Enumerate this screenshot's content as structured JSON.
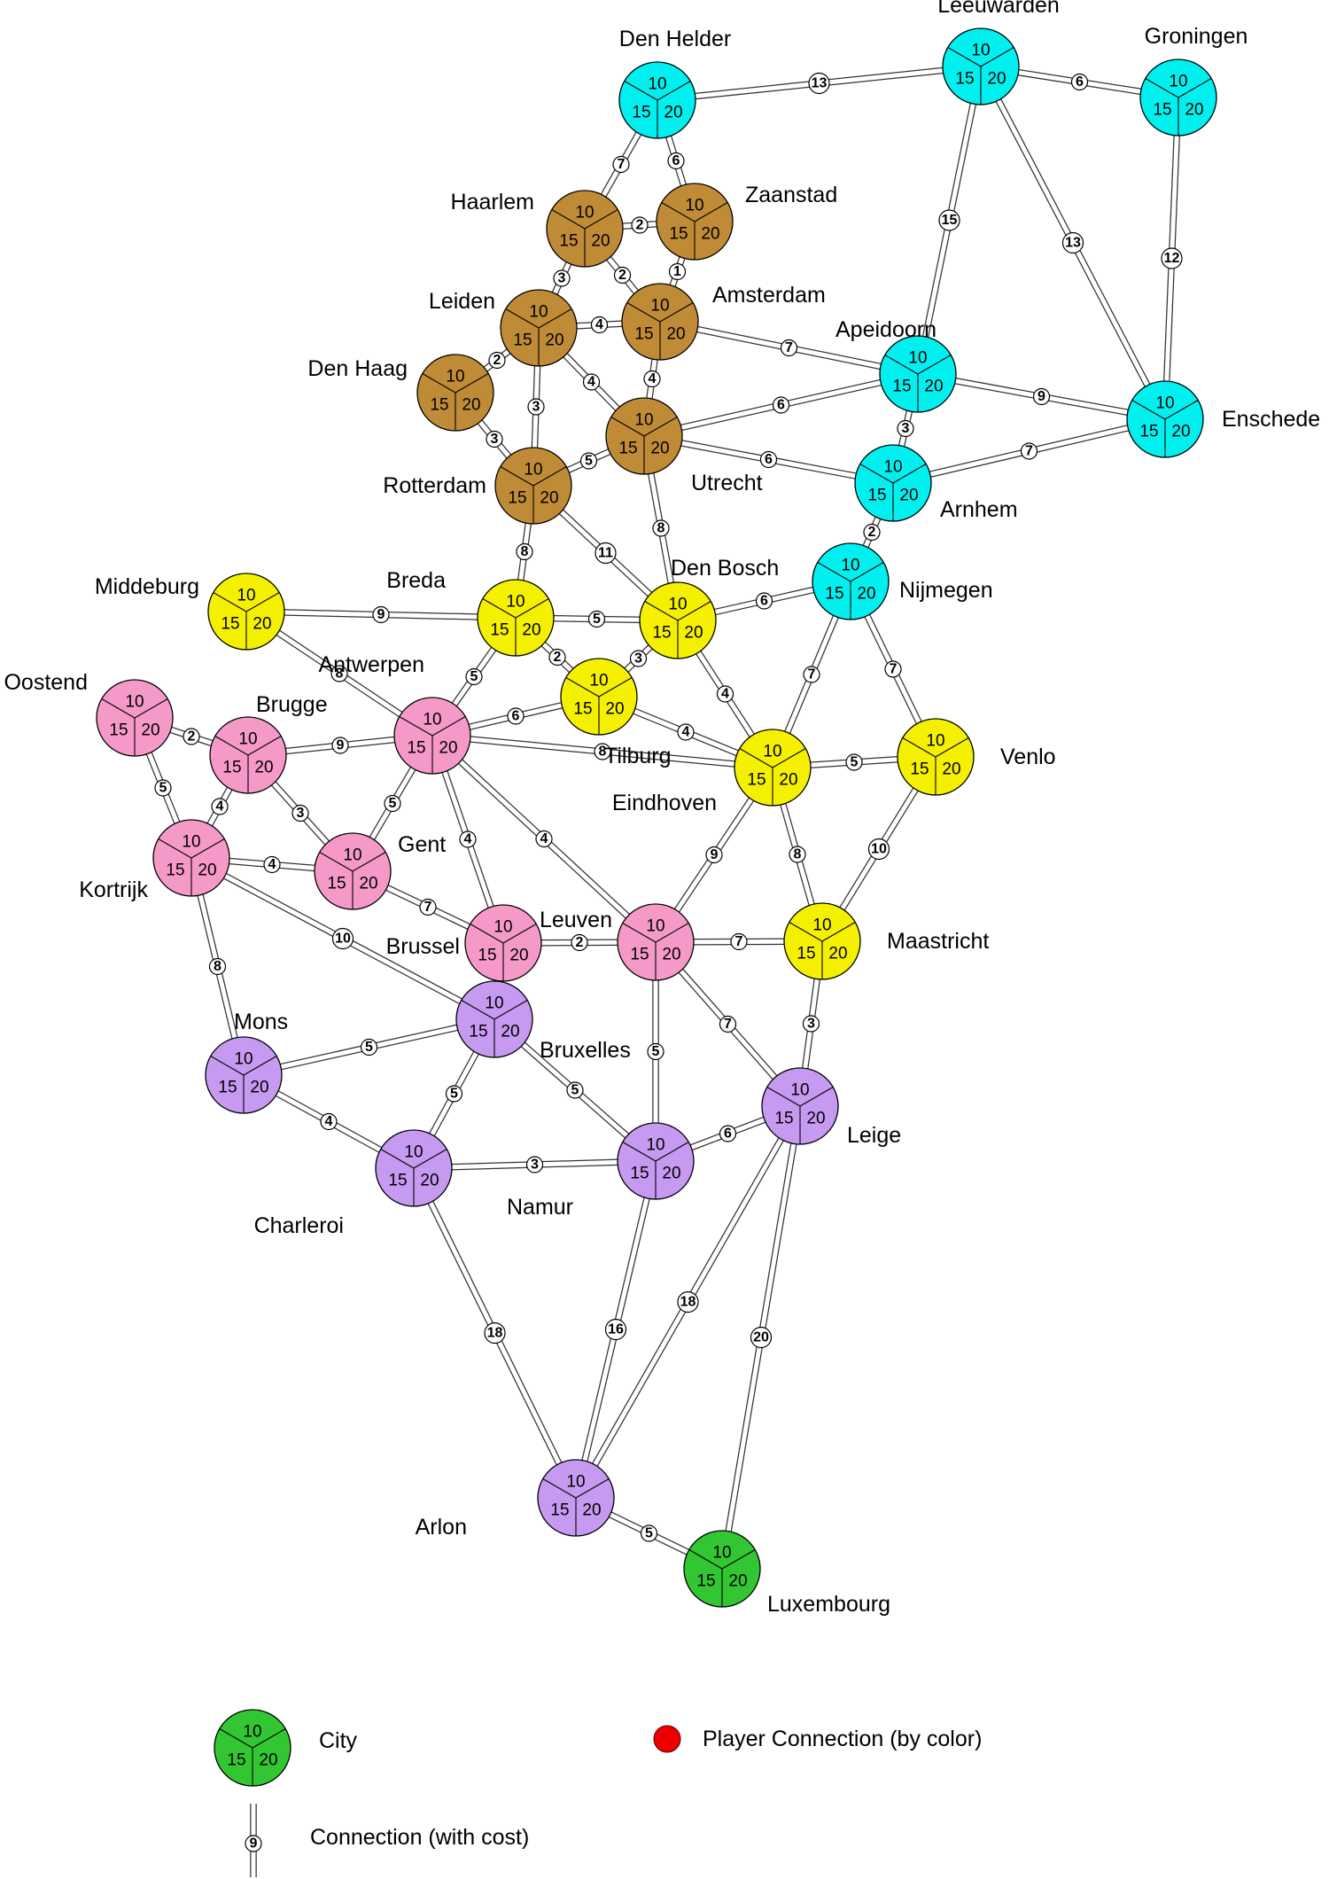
{
  "map": {
    "region_colors": {
      "north": "#00f0f0",
      "randstad": "#c08b36",
      "south_nl": "#f5f000",
      "flanders": "#f59ac8",
      "wallonia": "#c59af0",
      "luxembourg": "#33c633"
    },
    "slot_values": [
      "10",
      "15",
      "20"
    ],
    "cities": [
      {
        "id": "den-helder",
        "name": "Den Helder",
        "region": "north"
      },
      {
        "id": "leeuwarden",
        "name": "Leeuwarden",
        "region": "north"
      },
      {
        "id": "groningen",
        "name": "Groningen",
        "region": "north"
      },
      {
        "id": "haarlem",
        "name": "Haarlem",
        "region": "randstad"
      },
      {
        "id": "zaanstad",
        "name": "Zaanstad",
        "region": "randstad"
      },
      {
        "id": "amsterdam",
        "name": "Amsterdam",
        "region": "randstad"
      },
      {
        "id": "leiden",
        "name": "Leiden",
        "region": "randstad"
      },
      {
        "id": "den-haag",
        "name": "Den Haag",
        "region": "randstad"
      },
      {
        "id": "utrecht",
        "name": "Utrecht",
        "region": "randstad"
      },
      {
        "id": "rotterdam",
        "name": "Rotterdam",
        "region": "randstad"
      },
      {
        "id": "apeldoorn",
        "name": "Apeidoorn",
        "region": "north"
      },
      {
        "id": "enschede",
        "name": "Enschede",
        "region": "north"
      },
      {
        "id": "arnhem",
        "name": "Arnhem",
        "region": "north"
      },
      {
        "id": "nijmegen",
        "name": "Nijmegen",
        "region": "north"
      },
      {
        "id": "middeburg",
        "name": "Middeburg",
        "region": "south_nl"
      },
      {
        "id": "breda",
        "name": "Breda",
        "region": "south_nl"
      },
      {
        "id": "den-bosch",
        "name": "Den Bosch",
        "region": "south_nl"
      },
      {
        "id": "tilburg",
        "name": "Tilburg",
        "region": "south_nl"
      },
      {
        "id": "eindhoven",
        "name": "Eindhoven",
        "region": "south_nl"
      },
      {
        "id": "venlo",
        "name": "Venlo",
        "region": "south_nl"
      },
      {
        "id": "maastricht",
        "name": "Maastricht",
        "region": "south_nl"
      },
      {
        "id": "oostend",
        "name": "Oostend",
        "region": "flanders"
      },
      {
        "id": "brugge",
        "name": "Brugge",
        "region": "flanders"
      },
      {
        "id": "antwerpen",
        "name": "Antwerpen",
        "region": "flanders"
      },
      {
        "id": "kortrijk",
        "name": "Kortrijk",
        "region": "flanders"
      },
      {
        "id": "gent",
        "name": "Gent",
        "region": "flanders"
      },
      {
        "id": "brussel",
        "name": "Brussel",
        "region": "flanders"
      },
      {
        "id": "leuven",
        "name": "Leuven",
        "region": "flanders"
      },
      {
        "id": "mons",
        "name": "Mons",
        "region": "wallonia"
      },
      {
        "id": "bruxelles",
        "name": "Bruxelles",
        "region": "wallonia"
      },
      {
        "id": "charleroi",
        "name": "Charleroi",
        "region": "wallonia"
      },
      {
        "id": "namur",
        "name": "Namur",
        "region": "wallonia"
      },
      {
        "id": "leige",
        "name": "Leige",
        "region": "wallonia"
      },
      {
        "id": "arlon",
        "name": "Arlon",
        "region": "wallonia"
      },
      {
        "id": "luxembourg",
        "name": "Luxembourg",
        "region": "luxembourg"
      }
    ],
    "connections": [
      {
        "from": "den-helder",
        "to": "leeuwarden",
        "cost": "13"
      },
      {
        "from": "leeuwarden",
        "to": "groningen",
        "cost": "6"
      },
      {
        "from": "den-helder",
        "to": "haarlem",
        "cost": "7"
      },
      {
        "from": "den-helder",
        "to": "zaanstad",
        "cost": "6"
      },
      {
        "from": "haarlem",
        "to": "zaanstad",
        "cost": "2"
      },
      {
        "from": "zaanstad",
        "to": "amsterdam",
        "cost": "1"
      },
      {
        "from": "haarlem",
        "to": "amsterdam",
        "cost": "2"
      },
      {
        "from": "haarlem",
        "to": "leiden",
        "cost": "3"
      },
      {
        "from": "leiden",
        "to": "amsterdam",
        "cost": "4"
      },
      {
        "from": "leiden",
        "to": "den-haag",
        "cost": "2"
      },
      {
        "from": "leiden",
        "to": "utrecht",
        "cost": "4"
      },
      {
        "from": "amsterdam",
        "to": "utrecht",
        "cost": "4"
      },
      {
        "from": "leiden",
        "to": "rotterdam",
        "cost": "3"
      },
      {
        "from": "den-haag",
        "to": "rotterdam",
        "cost": "3"
      },
      {
        "from": "rotterdam",
        "to": "utrecht",
        "cost": "5"
      },
      {
        "from": "amsterdam",
        "to": "apeldoorn",
        "cost": "7"
      },
      {
        "from": "utrecht",
        "to": "apeldoorn",
        "cost": "6"
      },
      {
        "from": "utrecht",
        "to": "arnhem",
        "cost": "6"
      },
      {
        "from": "leeuwarden",
        "to": "apeldoorn",
        "cost": "15"
      },
      {
        "from": "leeuwarden",
        "to": "enschede",
        "cost": "13"
      },
      {
        "from": "groningen",
        "to": "enschede",
        "cost": "12"
      },
      {
        "from": "apeldoorn",
        "to": "enschede",
        "cost": "9"
      },
      {
        "from": "apeldoorn",
        "to": "arnhem",
        "cost": "3"
      },
      {
        "from": "arnhem",
        "to": "enschede",
        "cost": "7"
      },
      {
        "from": "arnhem",
        "to": "nijmegen",
        "cost": "2"
      },
      {
        "from": "rotterdam",
        "to": "breda",
        "cost": "8"
      },
      {
        "from": "rotterdam",
        "to": "den-bosch",
        "cost": "11"
      },
      {
        "from": "utrecht",
        "to": "den-bosch",
        "cost": "8"
      },
      {
        "from": "middeburg",
        "to": "breda",
        "cost": "9"
      },
      {
        "from": "breda",
        "to": "den-bosch",
        "cost": "5"
      },
      {
        "from": "den-bosch",
        "to": "nijmegen",
        "cost": "6"
      },
      {
        "from": "middeburg",
        "to": "antwerpen",
        "cost": "8"
      },
      {
        "from": "breda",
        "to": "antwerpen",
        "cost": "5"
      },
      {
        "from": "breda",
        "to": "tilburg",
        "cost": "2"
      },
      {
        "from": "den-bosch",
        "to": "tilburg",
        "cost": "3"
      },
      {
        "from": "den-bosch",
        "to": "eindhoven",
        "cost": "4"
      },
      {
        "from": "nijmegen",
        "to": "eindhoven",
        "cost": "7"
      },
      {
        "from": "nijmegen",
        "to": "venlo",
        "cost": "7"
      },
      {
        "from": "antwerpen",
        "to": "tilburg",
        "cost": "6"
      },
      {
        "from": "tilburg",
        "to": "eindhoven",
        "cost": "4"
      },
      {
        "from": "antwerpen",
        "to": "eindhoven",
        "cost": "8"
      },
      {
        "from": "eindhoven",
        "to": "venlo",
        "cost": "5"
      },
      {
        "from": "oostend",
        "to": "brugge",
        "cost": "2"
      },
      {
        "from": "brugge",
        "to": "antwerpen",
        "cost": "9"
      },
      {
        "from": "oostend",
        "to": "kortrijk",
        "cost": "5"
      },
      {
        "from": "brugge",
        "to": "kortrijk",
        "cost": "4"
      },
      {
        "from": "brugge",
        "to": "gent",
        "cost": "3"
      },
      {
        "from": "antwerpen",
        "to": "gent",
        "cost": "5"
      },
      {
        "from": "kortrijk",
        "to": "gent",
        "cost": "4"
      },
      {
        "from": "antwerpen",
        "to": "brussel",
        "cost": "4"
      },
      {
        "from": "antwerpen",
        "to": "leuven",
        "cost": "4"
      },
      {
        "from": "gent",
        "to": "brussel",
        "cost": "7"
      },
      {
        "from": "eindhoven",
        "to": "leuven",
        "cost": "9"
      },
      {
        "from": "eindhoven",
        "to": "maastricht",
        "cost": "8"
      },
      {
        "from": "venlo",
        "to": "maastricht",
        "cost": "10"
      },
      {
        "from": "brussel",
        "to": "leuven",
        "cost": "2"
      },
      {
        "from": "leuven",
        "to": "maastricht",
        "cost": "7"
      },
      {
        "from": "kortrijk",
        "to": "bruxelles",
        "cost": "10"
      },
      {
        "from": "kortrijk",
        "to": "mons",
        "cost": "8"
      },
      {
        "from": "mons",
        "to": "bruxelles",
        "cost": "5"
      },
      {
        "from": "mons",
        "to": "charleroi",
        "cost": "4"
      },
      {
        "from": "bruxelles",
        "to": "charleroi",
        "cost": "5"
      },
      {
        "from": "bruxelles",
        "to": "namur",
        "cost": "5"
      },
      {
        "from": "leuven",
        "to": "namur",
        "cost": "5"
      },
      {
        "from": "leuven",
        "to": "leige",
        "cost": "7"
      },
      {
        "from": "maastricht",
        "to": "leige",
        "cost": "3"
      },
      {
        "from": "charleroi",
        "to": "namur",
        "cost": "3"
      },
      {
        "from": "namur",
        "to": "leige",
        "cost": "6"
      },
      {
        "from": "charleroi",
        "to": "arlon",
        "cost": "18"
      },
      {
        "from": "namur",
        "to": "arlon",
        "cost": "16"
      },
      {
        "from": "leige",
        "to": "arlon",
        "cost": "18"
      },
      {
        "from": "leige",
        "to": "luxembourg",
        "cost": "20"
      },
      {
        "from": "arlon",
        "to": "luxembourg",
        "cost": "5"
      }
    ]
  },
  "legend": {
    "city_label": "City",
    "city_color": "#33c633",
    "player_connection_label": "Player Connection (by color)",
    "player_color": "#ee0000",
    "connection_label": "Connection (with cost)",
    "connection_sample_cost": "9"
  }
}
